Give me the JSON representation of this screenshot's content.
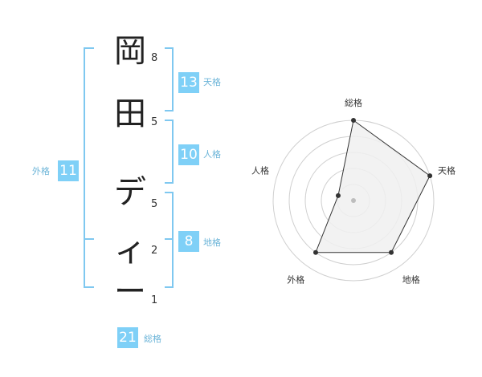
{
  "name_chars": [
    {
      "char": "岡",
      "strokes": "8"
    },
    {
      "char": "田",
      "strokes": "5"
    },
    {
      "char": "デ",
      "strokes": "5"
    },
    {
      "char": "ィ",
      "strokes": "2"
    },
    {
      "char": "ー",
      "strokes": "1"
    }
  ],
  "fortune": {
    "tenkaku": {
      "value": "13",
      "label": "天格"
    },
    "jinkaku": {
      "value": "10",
      "label": "人格"
    },
    "chikaku": {
      "value": "8",
      "label": "地格"
    },
    "gaikaku": {
      "value": "11",
      "label": "外格"
    },
    "soukaku": {
      "value": "21",
      "label": "総格"
    }
  },
  "colors": {
    "accent": "#7fd0f7",
    "bracket": "#7fc8f0",
    "radar_fill": "#f0f0f0",
    "radar_line": "#333333"
  },
  "chart_data": {
    "type": "radar",
    "axes": [
      "総格",
      "天格",
      "地格",
      "外格",
      "人格"
    ],
    "values": [
      5,
      5,
      4,
      4,
      1
    ],
    "max": 5,
    "rings": 5
  }
}
